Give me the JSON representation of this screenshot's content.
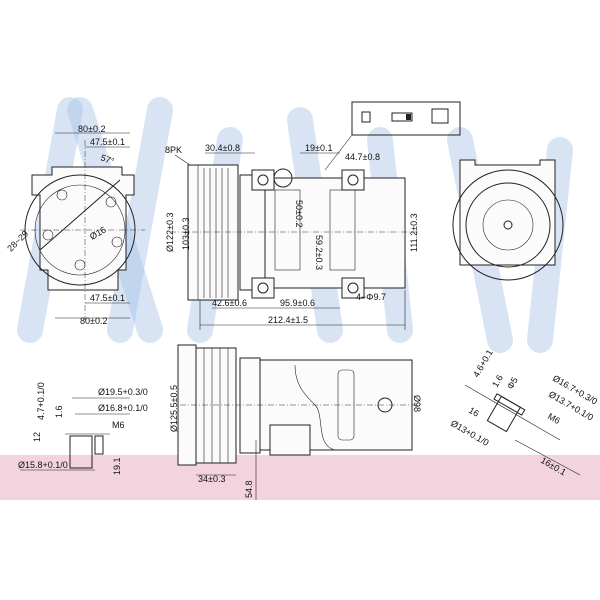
{
  "watermark": "Nissens",
  "colors": {
    "watermark": "#a8c4e6",
    "band": "#f3d3de",
    "line": "#222222"
  },
  "front_view": {
    "w80_top": "80±0.2",
    "w47_top": "47.5±0.1",
    "angle": "57°",
    "slot": "28~29",
    "hole": "Ø16",
    "w47_bot": "47.5±0.1",
    "w80_bot": "80±0.2"
  },
  "side_view": {
    "belt": "8PK",
    "d30": "30.4±0.8",
    "d19": "19±0.1",
    "d44": "44.7±0.8",
    "dia122": "Ø122±0.3",
    "d103": "103±0.3",
    "d50": "50±0.2",
    "d59": "59.2±0.3",
    "d111": "111.2±0.3",
    "d42": "42.6±0.6",
    "d95": "95.9±0.6",
    "holes": "4−Φ9.7",
    "d212": "212.4±1.5"
  },
  "bottom_view": {
    "dia125": "Ø125.5±0.5",
    "d34": "34±0.3",
    "d54": "54.8",
    "dia98": "Ø98"
  },
  "fitting_left": {
    "a": "Ø19.5+0.3/0",
    "b": "Ø16.8+0.1/0",
    "c": "M6",
    "d": "4.7+0.1/0",
    "e": "1.6",
    "f": "12",
    "g": "Ø15.8+0.1/0",
    "h": "19.1"
  },
  "fitting_right": {
    "a": "4.6+0.1",
    "b": "1.6",
    "c": "Φ5",
    "d": "Ø16.7+0.3/0",
    "e": "Ø13.7+0.1/0",
    "f": "16",
    "g": "Ø13+0.1/0",
    "h": "M6",
    "i": "16±0.1"
  }
}
